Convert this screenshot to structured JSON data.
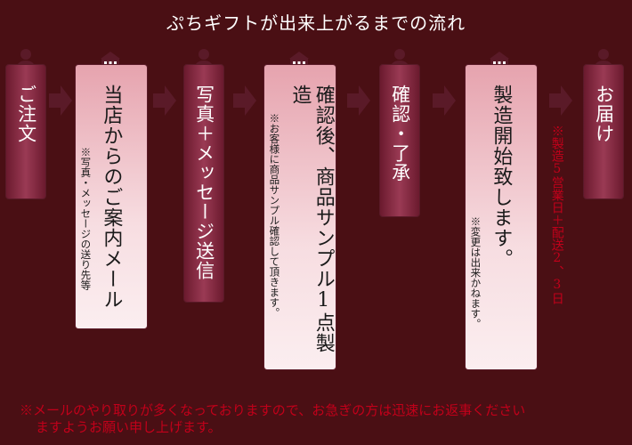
{
  "title": "ぷちギフトが出来上がるまでの流れ",
  "steps": [
    {
      "label": "ご注文",
      "note": ""
    },
    {
      "label": "当店からのご案内メール",
      "note": "※写真・メッセージの送り先等"
    },
    {
      "label": "写真＋メッセージ送信",
      "note": ""
    },
    {
      "label": "確認後、商品サンプル1点製造",
      "note": "※お客様に商品サンプル確認して頂きます。"
    },
    {
      "label": "確認・了承",
      "note": ""
    },
    {
      "label": "製造開始致します。",
      "note": "※変更は出来かねます。"
    },
    {
      "label": "お届け",
      "note": ""
    }
  ],
  "delivery_note": "※製造5営業日＋配送2、3日",
  "footer": {
    "line1": "※メールのやり取りが多くなっておりますので、お急ぎの方は迅速にお返事ください",
    "line2": "ますようお願い申し上げます。"
  },
  "colors": {
    "frame": "#4a0f14",
    "dark_box": "#7d2a40",
    "light_box": "#f4d2d8",
    "arrow": "#5a1a28",
    "note_red": "#c2001a"
  }
}
